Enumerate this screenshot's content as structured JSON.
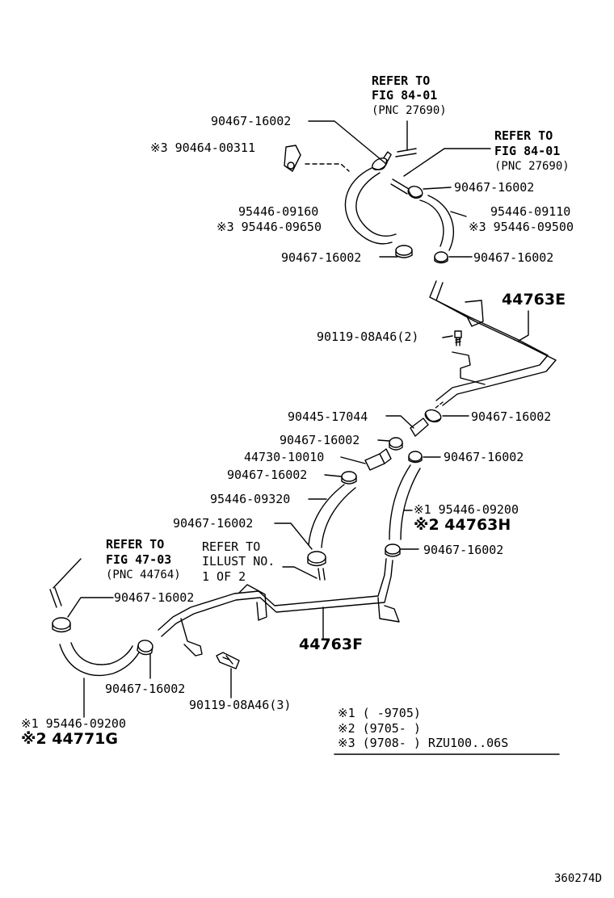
{
  "diagram_id": "360274D",
  "labels": {
    "refer_a_1": "REFER TO",
    "refer_a_2": "FIG 84-01",
    "refer_a_3": "(PNC 27690)",
    "refer_b_1": "REFER TO",
    "refer_b_2": "FIG 84-01",
    "refer_b_3": "(PNC 27690)",
    "p_clamp_1": "90467-16002",
    "p_clip_311": "※3 90464-00311",
    "p_hose_9160": "95446-09160",
    "p_hose_9650": "※3 95446-09650",
    "p_clamp_2": "90467-16002",
    "p_hose_9110": "95446-09110",
    "p_hose_9500": "※3 95446-09500",
    "p_clamp_3": "90467-16002",
    "p_clamp_4": "90467-16002",
    "p_44763E": "44763E",
    "p_bolt_2": "90119-08A46(2)",
    "p_hose_17044": "90445-17044",
    "p_clamp_5": "90467-16002",
    "p_clamp_6": "90467-16002",
    "p_valve_10010": "44730-10010",
    "p_clamp_7": "90467-16002",
    "p_clamp_8": "90467-16002",
    "p_hose_9320": "95446-09320",
    "p_hose_9200_a": "※1 95446-09200",
    "p_44763H": "※2 44763H",
    "p_clamp_9": "90467-16002",
    "p_clamp_10": "90467-16002",
    "refer_c_1": "REFER TO",
    "refer_c_2": "FIG 47-03",
    "refer_c_3": "(PNC 44764)",
    "refer_d_1": "REFER TO",
    "refer_d_2": "ILLUST NO.",
    "refer_d_3": "1 OF 2",
    "p_clamp_11": "90467-16002",
    "p_44763F": "44763F",
    "p_clamp_12": "90467-16002",
    "p_bolt_3": "90119-08A46(3)",
    "p_hose_9200_b": "※1 95446-09200",
    "p_44771G": "※2 44771G"
  },
  "legend": {
    "line_1": "※1 (     -9705)",
    "line_2": "※2 (9705-     )",
    "line_3": "※3 (9708-     ) RZU100..06S"
  }
}
